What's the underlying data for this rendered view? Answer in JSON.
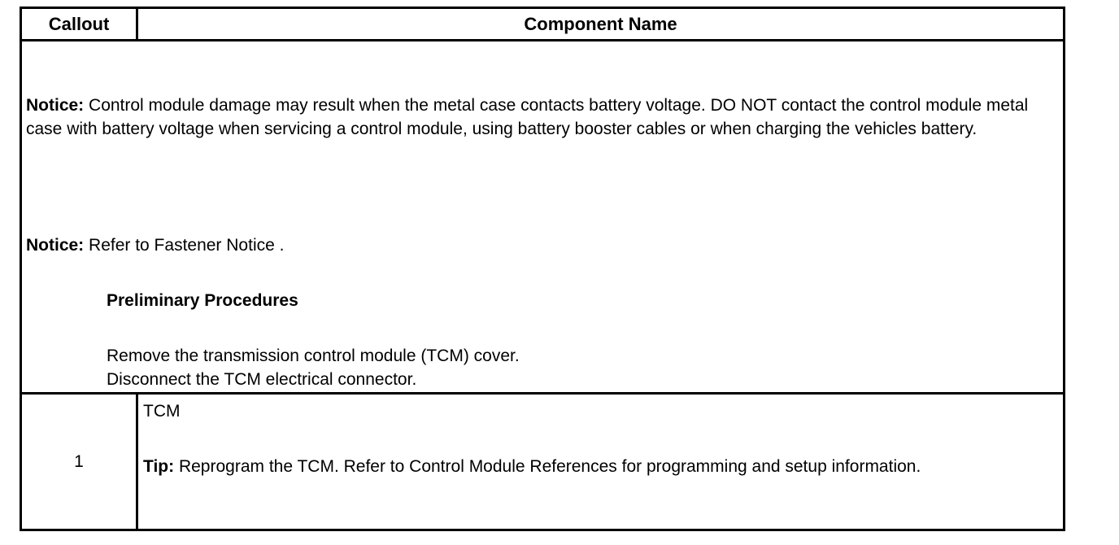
{
  "table": {
    "header": {
      "callout": "Callout",
      "component_name": "Component Name"
    },
    "notice1": {
      "label": "Notice:",
      "text": " Control module damage may result when the metal case contacts battery voltage. DO NOT contact the control module metal case with battery voltage when servicing a control module, using battery booster cables or when charging the vehicles battery."
    },
    "notice2": {
      "label": "Notice:",
      "text": " Refer to Fastener Notice ."
    },
    "preliminary": {
      "heading": "Preliminary Procedures",
      "steps": [
        "Remove the transmission control module (TCM) cover.",
        "Disconnect the TCM electrical connector."
      ]
    },
    "rows": [
      {
        "callout": "1",
        "name": "TCM",
        "tip_label": "Tip:",
        "tip_text": " Reprogram the TCM. Refer to Control Module References for programming and setup information."
      }
    ]
  }
}
